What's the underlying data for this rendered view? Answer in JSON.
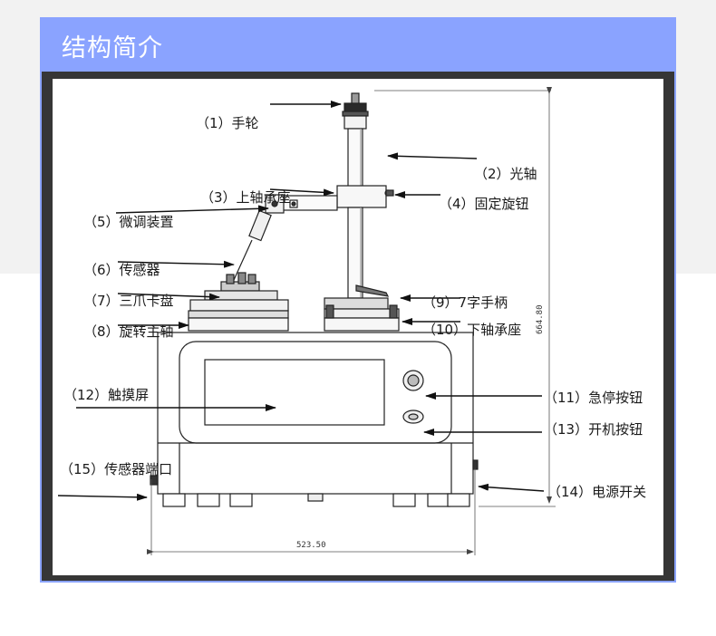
{
  "header": {
    "title": "结构简介"
  },
  "labels": {
    "handwheel": "（1）手轮",
    "optical_axis": "（2）光轴",
    "upper_bearing": "（3）上轴承座",
    "fix_knob": "（4）固定旋钮",
    "fine_adjust": "（5）微调装置",
    "sensor": "（6）传感器",
    "chuck": "（7）三爪卡盘",
    "spindle": "（8）旋转主轴",
    "handle7": "（9）7字手柄",
    "lower_bearing": "（10）下轴承座",
    "estop": "（11）急停按钮",
    "touchscreen": "（12）触摸屏",
    "power_button": "（13）开机按钮",
    "power_switch": "（14）电源开关",
    "sensor_port": "（15）传感器端口"
  },
  "dimensions": {
    "width": "523.50",
    "height": "664.80"
  },
  "colors": {
    "header": "#8aa3ff",
    "frame": "#363636"
  }
}
